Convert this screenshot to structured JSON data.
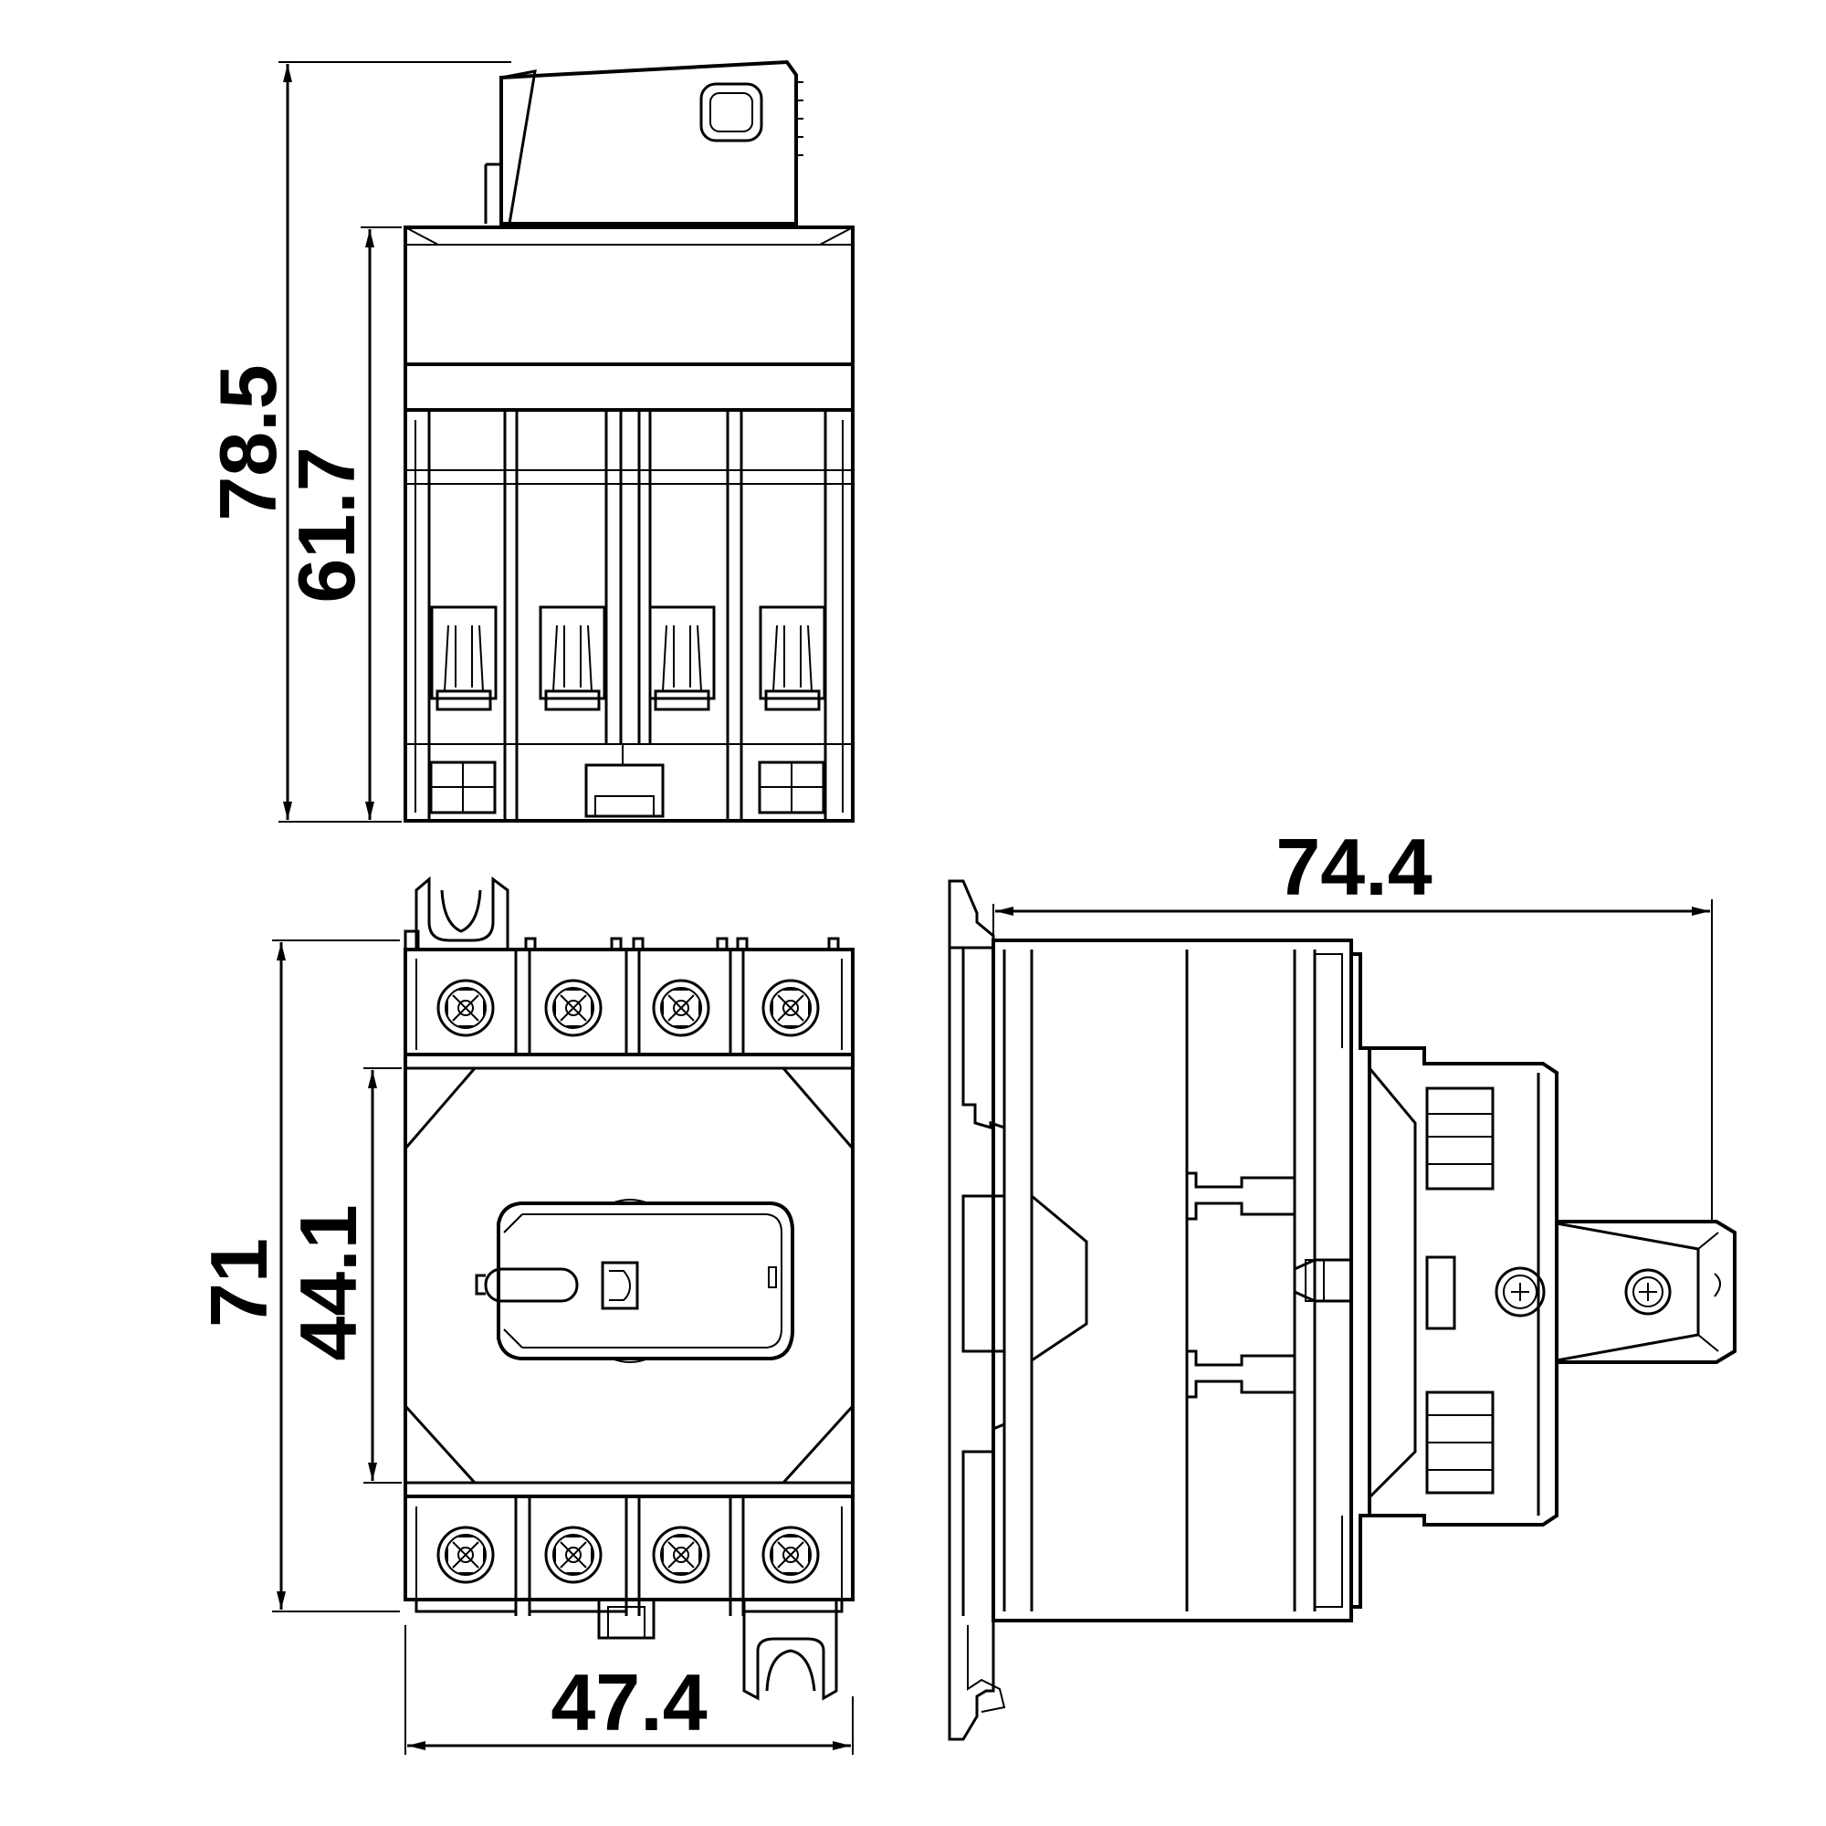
{
  "dimensions": {
    "top_total_height": "78.5",
    "top_body_height": "61.7",
    "side_depth": "74.4",
    "front_height": "71",
    "front_window_height": "44.1",
    "front_width": "47.4"
  }
}
